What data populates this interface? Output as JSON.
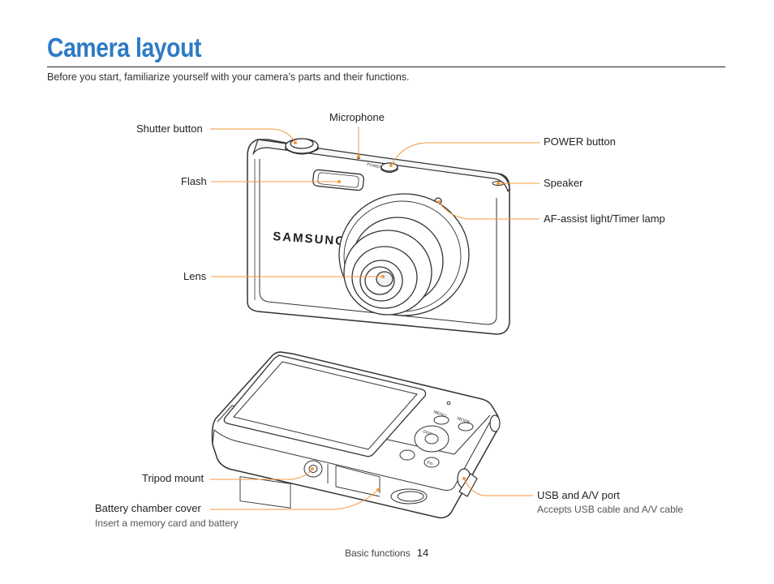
{
  "page": {
    "title": "Camera layout",
    "intro": "Before you start, familiarize yourself with your camera’s parts and their functions."
  },
  "front_view": {
    "brand": "SAMSUNG",
    "labels": {
      "shutter": "Shutter button",
      "flash": "Flash",
      "lens": "Lens",
      "microphone": "Microphone",
      "power": "POWER button",
      "speaker": "Speaker",
      "af_assist": "AF-assist light/Timer lamp"
    },
    "button_text": {
      "power": "POWER"
    }
  },
  "back_view": {
    "button_text": {
      "menu": "MENU",
      "mode": "MODE",
      "disp": "DISP",
      "fn": "Fn"
    },
    "labels": {
      "tripod": "Tripod mount",
      "battery": "Battery chamber cover",
      "battery_sub": "Insert a memory card and battery",
      "usb": "USB and A/V port",
      "usb_sub": "Accepts USB cable and A/V cable"
    }
  },
  "footer": {
    "section": "Basic functions",
    "page_number": "14"
  },
  "colors": {
    "title": "#2e7bc4",
    "callout": "#f39a3c",
    "text": "#231f20",
    "outline": "#333333"
  }
}
